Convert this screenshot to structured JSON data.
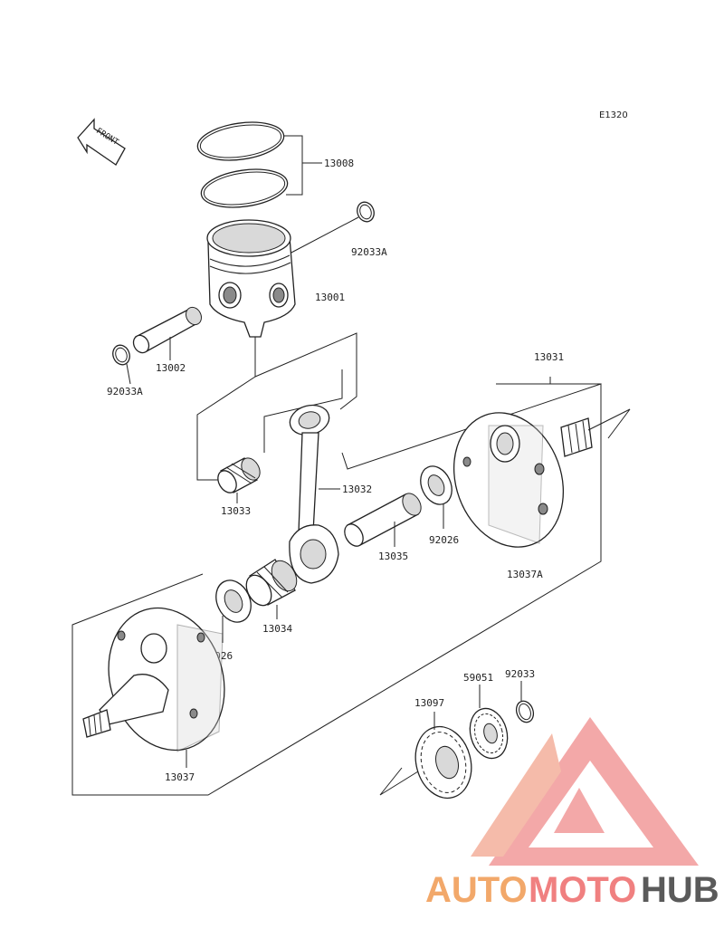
{
  "diagram_code": "E1320",
  "front_label": "FRONT",
  "parts": {
    "p13008": "13008",
    "p92033A_top": "92033A",
    "p13001": "13001",
    "p13002": "13002",
    "p92033A_left": "92033A",
    "p13031": "13031",
    "p13033": "13033",
    "p13032": "13032",
    "p13035": "13035",
    "p92026_right": "92026",
    "p13037A": "13037A",
    "p13034": "13034",
    "p92026_left": "92026",
    "p13037": "13037",
    "p13097": "13097",
    "p59051": "59051",
    "p92033": "92033"
  },
  "watermark": {
    "part1": "AUTO",
    "part2": "MOTO",
    "part3": "HUB",
    "color_primary": "#f2a86a",
    "color_secondary": "#f08080",
    "color_dark": "#5a5a5a"
  }
}
